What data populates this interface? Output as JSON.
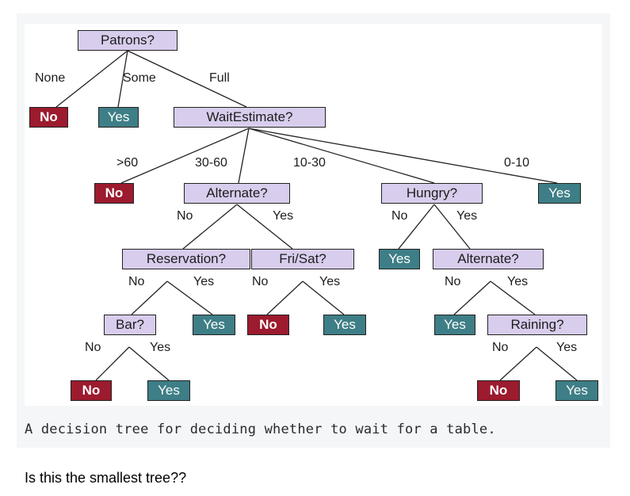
{
  "nodes": {
    "patrons": "Patrons?",
    "patrons_none_leaf": "No",
    "patrons_some_leaf": "Yes",
    "wait_estimate": "WaitEstimate?",
    "wait_gt60_leaf": "No",
    "alternate_1": "Alternate?",
    "hungry": "Hungry?",
    "wait_0_10_leaf": "Yes",
    "reservation": "Reservation?",
    "fri_sat": "Fri/Sat?",
    "hungry_no_leaf": "Yes",
    "alternate_2": "Alternate?",
    "bar": "Bar?",
    "reservation_yes_leaf": "Yes",
    "fri_sat_no_leaf": "No",
    "fri_sat_yes_leaf": "Yes",
    "alternate_2_no_leaf": "Yes",
    "raining": "Raining?",
    "bar_no_leaf": "No",
    "bar_yes_leaf": "Yes",
    "raining_no_leaf": "No",
    "raining_yes_leaf": "Yes"
  },
  "edge_labels": {
    "patrons_none": "None",
    "patrons_some": "Some",
    "patrons_full": "Full",
    "wait_gt60": ">60",
    "wait_30_60": "30-60",
    "wait_10_30": "10-30",
    "wait_0_10": "0-10",
    "alternate_1_no": "No",
    "alternate_1_yes": "Yes",
    "hungry_no": "No",
    "hungry_yes": "Yes",
    "reservation_no": "No",
    "reservation_yes": "Yes",
    "fri_sat_no": "No",
    "fri_sat_yes": "Yes",
    "alternate_2_no": "No",
    "alternate_2_yes": "Yes",
    "bar_no": "No",
    "bar_yes": "Yes",
    "raining_no": "No",
    "raining_yes": "Yes"
  },
  "caption": "A decision tree for deciding whether to wait for a table.",
  "question": "Is this the smallest tree??",
  "colors": {
    "attribute_node": "#d8cdec",
    "no_leaf": "#9c1b2e",
    "yes_leaf": "#3e7e86"
  }
}
